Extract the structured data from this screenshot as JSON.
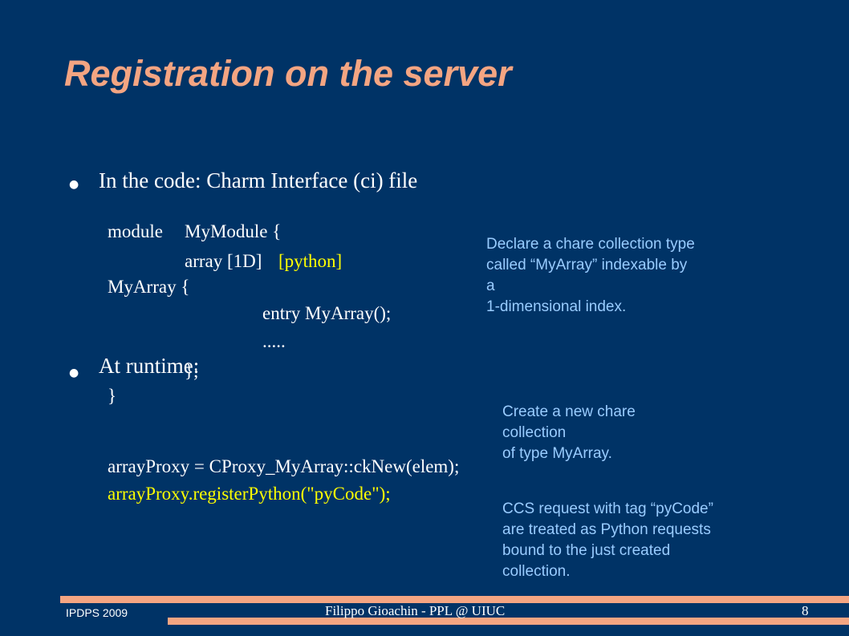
{
  "slide": {
    "title": "Registration on the server",
    "bullets": [
      {
        "text": "In the code: Charm Interface (ci) file"
      },
      {
        "text": "At runtime:"
      }
    ],
    "bullet_symbol": "●",
    "code_ci": {
      "l1a": "module",
      "l1b": "MyModule {",
      "l2a": "array [1D]",
      "l2b": "[python]",
      "l3": "MyArray {",
      "l4": "entry MyArray();",
      "l5": ".....",
      "l6": "};",
      "l7": "}"
    },
    "code_runtime": {
      "l1": "arrayProxy = CProxy_MyArray::ckNew(elem);",
      "l2": "arrayProxy.registerPython(\"pyCode\");"
    },
    "notes": {
      "n1": [
        "Declare a chare collection type",
        "called “MyArray” indexable by",
        "a",
        "1-dimensional index."
      ],
      "n2": [
        "Create a new chare",
        "collection",
        "of type MyArray."
      ],
      "n3": [
        "CCS request with tag “pyCode”",
        "are treated as Python requests",
        "bound to the just created",
        "collection."
      ]
    }
  },
  "footer": {
    "left": "IPDPS 2009",
    "center": "Filippo Gioachin - PPL @ UIUC",
    "page": "8"
  },
  "colors": {
    "background": "#003366",
    "title": "#f4a582",
    "accent_bar": "#f4a582",
    "highlight": "#ffff00",
    "note": "#99ccff"
  }
}
